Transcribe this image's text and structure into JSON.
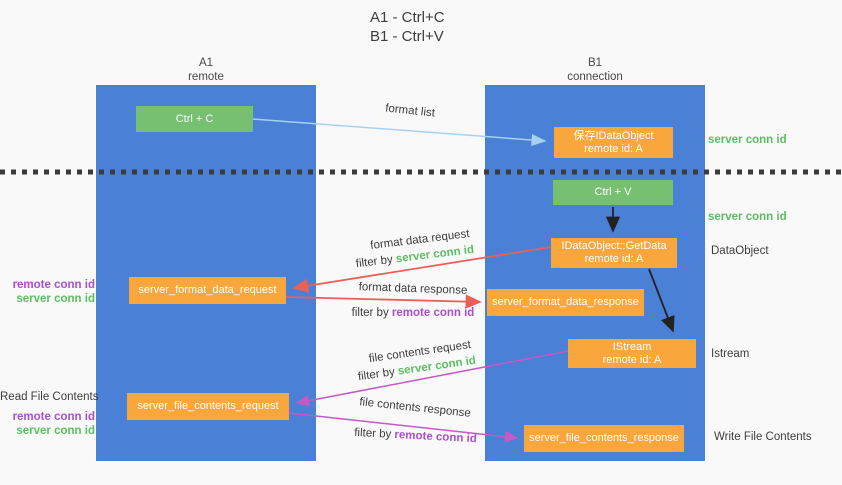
{
  "title": {
    "line1": "A1 - Ctrl+C",
    "line2": "B1 - Ctrl+V"
  },
  "lanes": {
    "left": {
      "name": "A1",
      "subtitle": "remote"
    },
    "right": {
      "name": "B1",
      "subtitle": "connection"
    }
  },
  "nodes": {
    "ctrl_c": {
      "label": "Ctrl + C"
    },
    "ctrl_v": {
      "label": "Ctrl + V"
    },
    "save_idataobject": {
      "line1": "保存IDataObject",
      "line2": "remote id: A"
    },
    "getdata": {
      "line1": "IDataObject::GetData",
      "line2": "remote id: A"
    },
    "istream": {
      "line1": "IStream",
      "line2": "remote id: A"
    },
    "server_format_data_request": {
      "label": "server_format_data_request"
    },
    "server_format_data_response": {
      "label": "server_format_data_response"
    },
    "server_file_contents_request": {
      "label": "server_file_contents_request"
    },
    "server_file_contents_response": {
      "label": "server_file_contents_response"
    }
  },
  "arrow_labels": {
    "format_list": "format list",
    "format_data_request": "format data request",
    "format_data_response": "format data response",
    "file_contents_request": "file contents request",
    "file_contents_response": "file contents response",
    "filter_by": "filter by ",
    "server_conn_id": "server conn id",
    "remote_conn_id": "remote conn id"
  },
  "side_labels": {
    "server_conn_id_top": "server conn id",
    "server_conn_id_mid": "server conn id",
    "dataobject": "DataObject",
    "istream": "Istream",
    "write_file_contents": "Write File Contents",
    "read_file_contents": "Read File Contents",
    "remote_conn_id": "remote conn id",
    "server_conn_id": "server conn id"
  },
  "colors": {
    "lane_blue": "#4a80d5",
    "node_green": "#77c072",
    "node_orange": "#f9a63d",
    "arrow_blue": "#a6d2f2",
    "arrow_red": "#e96156",
    "arrow_magenta": "#c45ac4",
    "arrow_black": "#222222",
    "text_green": "#5cbe62",
    "text_purple": "#ab4fce",
    "text_dark": "#3d3d3d"
  }
}
